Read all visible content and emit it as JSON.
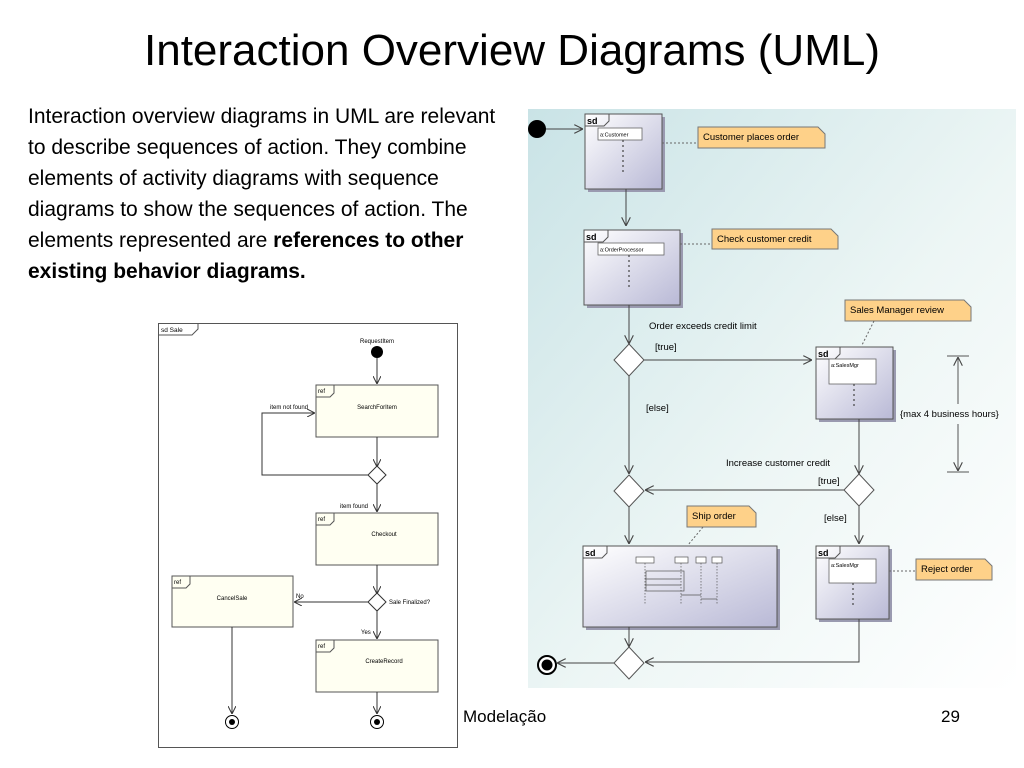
{
  "slide": {
    "title": "Interaction Overview Diagrams (UML)",
    "body_intro": "Interaction overview diagrams in UML are relevant to describe sequences of action. They combine elements of activity diagrams with sequence diagrams to show the sequences of action. The elements represented are ",
    "body_emphasis": "references to other existing behavior diagrams.",
    "footer_label": "Modelação",
    "page_number": "29"
  },
  "left_diagram": {
    "frame_label": "sd Sale",
    "start_label": "RequestItem",
    "ref_keyword": "ref",
    "refs": {
      "search": "SearchForItem",
      "checkout": "Checkout",
      "cancel": "CancelSale",
      "create": "CreateRecord"
    },
    "guards": {
      "item_not_found": "item not found",
      "item_found": "item found",
      "no": "No",
      "yes": "Yes",
      "sale_finalized": "Sale Finalized?"
    }
  },
  "right_diagram": {
    "sd_keyword": "sd",
    "lifelines": {
      "customer": "a:Customer",
      "order_processor": "a:OrderProcessor",
      "sales_mgr": "a:SalesMgr"
    },
    "notes": {
      "customer_places_order": "Customer places order",
      "check_customer_credit": "Check customer credit",
      "sales_manager_review": "Sales Manager review",
      "ship_order": "Ship order",
      "reject_order": "Reject order"
    },
    "labels": {
      "order_exceeds": "Order exceeds credit limit",
      "true_1": "[true]",
      "else_1": "[else]",
      "increase_credit": "Increase customer credit",
      "true_2": "[true]",
      "else_2": "[else]",
      "max_hours": "{max 4 business hours}"
    }
  }
}
